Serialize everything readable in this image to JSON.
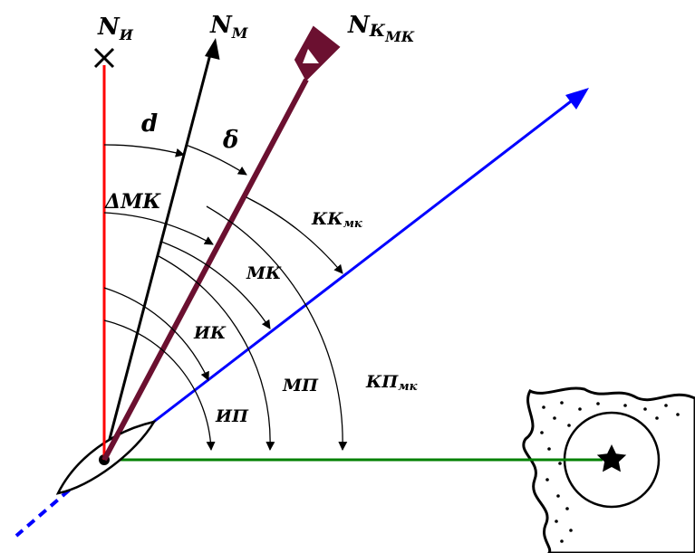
{
  "north": {
    "true": {
      "main": "N",
      "sub": "И"
    },
    "magnetic": {
      "main": "N",
      "sub": "М"
    },
    "compass": {
      "main": "N",
      "sub": "К",
      "subsub": "МК"
    }
  },
  "angles": {
    "d": "d",
    "delta": "δ",
    "delta_mk": "ΔМК",
    "kk_mk": {
      "main": "КК",
      "sub": "мк"
    },
    "mk": "МК",
    "ik": "ИК",
    "mp": "МП",
    "ip": "ИП",
    "kp_mk": {
      "main": "КП",
      "sub": "мк"
    }
  },
  "colors": {
    "true_north": "#ff0000",
    "magnetic_north": "#000000",
    "compass_north": "#6b1030",
    "course_line": "#0000ff",
    "bearing_line": "#008000"
  }
}
